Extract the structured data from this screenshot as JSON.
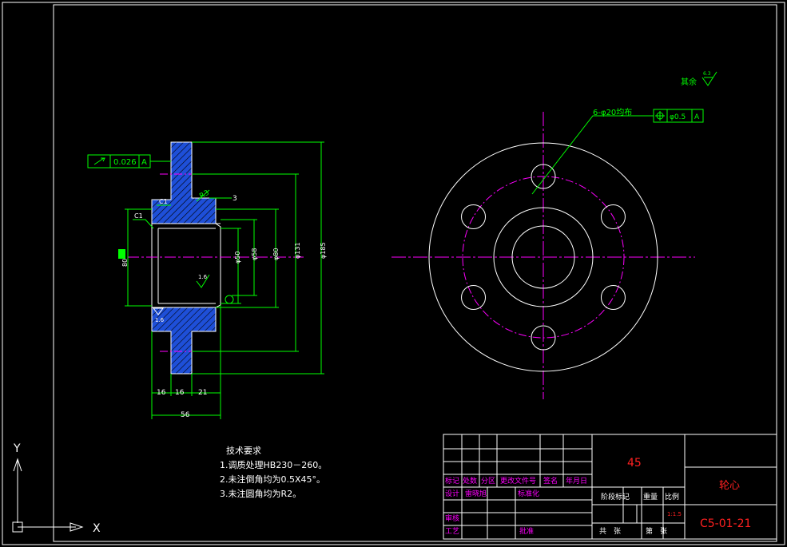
{
  "colors": {
    "background": "#000000",
    "outline": "#ffffff",
    "dimension": "#00ff00",
    "centerline": "#ff00ff",
    "hatch": "#1e4fd8",
    "title_text": "#ff2020",
    "table_text": "#ff00ff"
  },
  "roughness": {
    "label": "其余",
    "value": "6.3"
  },
  "tolerance_runout": {
    "symbol": "runout-icon",
    "value": "0.026",
    "datum": "A"
  },
  "tolerance_position": {
    "symbol": "position-icon",
    "value": "φ0.5",
    "datum": "A"
  },
  "holes_note": "6-φ20均布",
  "side_view_dims": {
    "c1_top": "C1",
    "c1_left": "C1",
    "r3": "R3",
    "groove": "3",
    "bore_len": "80",
    "d_bore": "φ50",
    "d_58": "φ58",
    "d_80": "φ80",
    "d_131": "φ131",
    "d_185": "φ185",
    "rough_inner": "1.6",
    "rough_bottom": "1.6",
    "len_a": "16",
    "len_b": "16",
    "len_c": "21",
    "len_total": "56"
  },
  "tech_notes": {
    "title": "技术要求",
    "items": [
      "1.调质处理HB230－260。",
      "2.未注倒角均为0.5X45°。",
      "3.未注圆角均为R2。"
    ]
  },
  "title_block": {
    "material": "45",
    "part_name": "轮心",
    "drawing_no": "C5-01-21",
    "scale": "1:1.5",
    "headers": [
      "标记",
      "处数",
      "分区",
      "更改文件号",
      "签名",
      "年月日"
    ],
    "row_design": [
      "设计",
      "雷晓旭",
      "标准化"
    ],
    "row_review": "审核",
    "row_process": "工艺",
    "row_approve": "批准",
    "stage_label": "阶段标记",
    "weight_label": "重量",
    "scale_label": "比例",
    "sheets_total": "共　张",
    "sheet_no": "第　张"
  },
  "ucs": {
    "x": "X",
    "y": "Y"
  }
}
